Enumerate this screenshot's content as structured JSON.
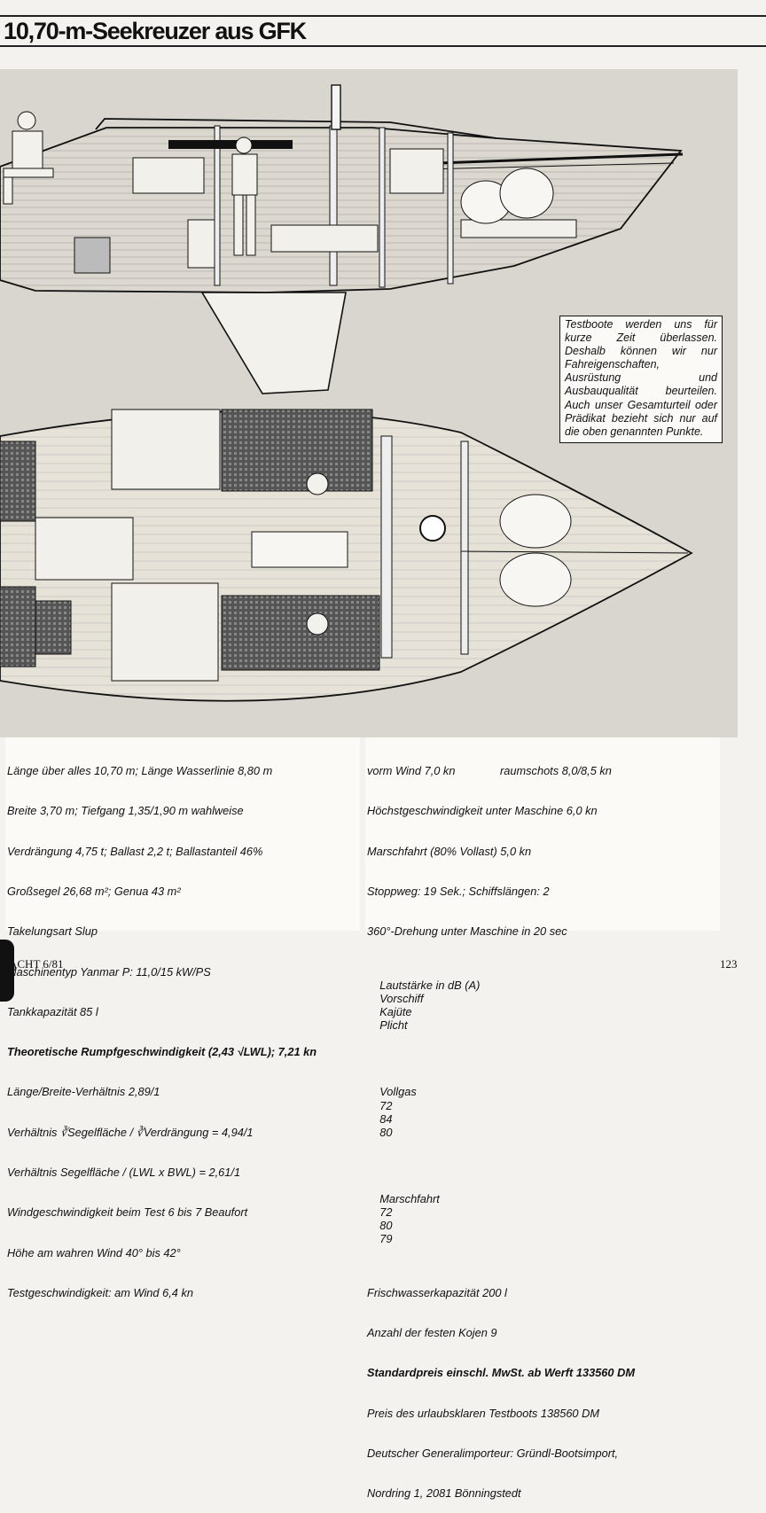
{
  "header": {
    "title": "10,70-m-Seekreuzer aus GFK"
  },
  "notice": {
    "text": "Testboote werden uns für kurze Zeit überlassen. Deshalb können wir nur Fahreigenschaften, Ausrüstung und Ausbauqualität beurteilen. Auch unser Gesamturteil oder Prädikat bezieht sich nur auf die oben genannten Punkte."
  },
  "specs_left": {
    "l1": "Länge über alles 10,70 m; Länge Wasserlinie 8,80 m",
    "l2": "Breite 3,70 m; Tiefgang 1,35/1,90 m wahlweise",
    "l3": "Verdrängung 4,75 t; Ballast 2,2 t; Ballastanteil 46%",
    "l4": "Großsegel 26,68 m²; Genua 43 m²",
    "l5": "Takelungsart Slup",
    "l6": "Maschinentyp Yanmar P: 11,0/15 kW/PS",
    "l7": "Tankkapazität 85 l",
    "l8": "Theoretische Rumpfgeschwindigkeit (2,43 √LWL); 7,21 kn",
    "l9": "Länge/Breite-Verhältnis 2,89/1",
    "l10": "Verhältnis ∛Segelfläche / ∛Verdrängung = 4,94/1",
    "l11": "Verhältnis Segelfläche / (LWL x BWL) = 2,61/1",
    "l12": "Windgeschwindigkeit beim Test 6 bis 7 Beaufort",
    "l13": "Höhe am wahren Wind 40° bis 42°",
    "l14": "Testgeschwindigkeit: am Wind 6,4 kn"
  },
  "specs_right": {
    "r1a": "vorm Wind 7,0 kn",
    "r1b": "raumschots 8,0/8,5 kn",
    "r2": "Höchstgeschwindigkeit unter Maschine 6,0 kn",
    "r3": "Marschfahrt (80% Vollast) 5,0 kn",
    "r4": "Stoppweg: 19 Sek.; Schiffslängen: 2",
    "r5": "360°-Drehung unter Maschine in 20 sec",
    "noise_table": {
      "header": [
        "Lautstärke in dB (A)",
        "Vorschiff",
        "Kajüte",
        "Plicht"
      ],
      "rows": [
        [
          "Vollgas",
          "72",
          "84",
          "80"
        ],
        [
          "Marschfahrt",
          "72",
          "80",
          "79"
        ]
      ]
    },
    "r6": "Frischwasserkapazität 200 l",
    "r7": "Anzahl der festen Kojen 9",
    "r8": "Standardpreis einschl. MwSt. ab Werft 133560 DM",
    "r9": "Preis des urlaubsklaren Testboots 138560 DM",
    "r10": "Deutscher Generalimporteur: Gründl-Bootsimport,",
    "r11": "Nordring 1, 2081 Bönningstedt"
  },
  "footer": {
    "left": "ACHT 6/81",
    "right": "123"
  }
}
